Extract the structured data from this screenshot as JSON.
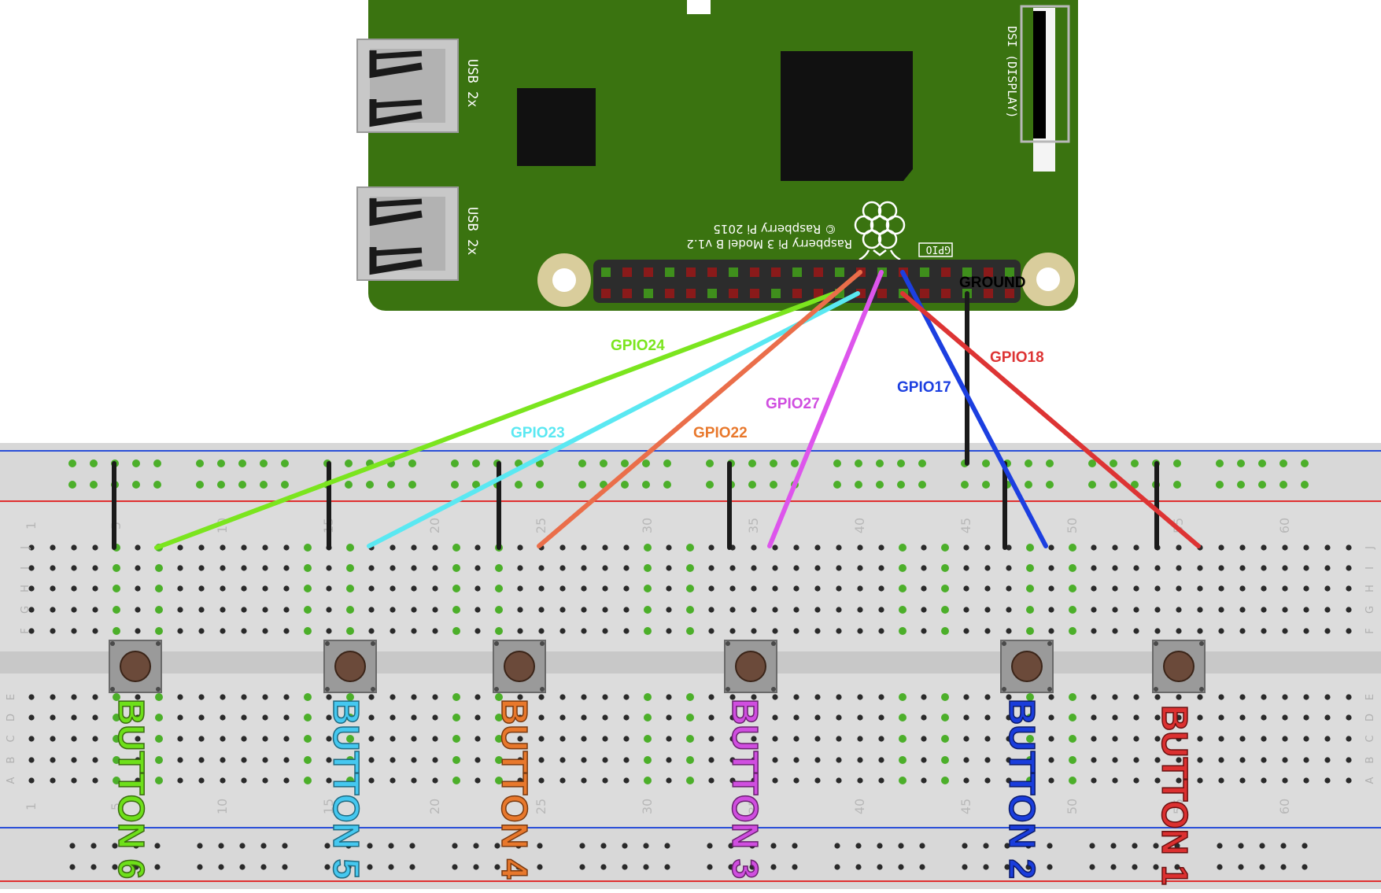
{
  "board": {
    "name": "Raspberry Pi 3 Model B v1.2",
    "copyright": "© Raspberry Pi 2015",
    "usb_label_1": "USB 2x",
    "usb_label_2": "USB 2x",
    "dsi_label": "DSI (DISPLAY)",
    "gpio_label": "GPIO",
    "ground_label": "GROUND"
  },
  "wires": [
    {
      "label": "GPIO24",
      "color": "#7be51e"
    },
    {
      "label": "GPIO23",
      "color": "#5ae8f2"
    },
    {
      "label": "GPIO22",
      "color": "#ea6e4a"
    },
    {
      "label": "GPIO27",
      "color": "#dd55ec"
    },
    {
      "label": "GPIO17",
      "color": "#1c3fe0"
    },
    {
      "label": "GPIO18",
      "color": "#dd3434"
    }
  ],
  "buttons": [
    {
      "label": "BUTTON 6",
      "color": "#6ee01a"
    },
    {
      "label": "BUTTON 5",
      "color": "#45c8f0"
    },
    {
      "label": "BUTTON 4",
      "color": "#e8782c"
    },
    {
      "label": "BUTTON 3",
      "color": "#d04ee0"
    },
    {
      "label": "BUTTON 2",
      "color": "#1a3ddc"
    },
    {
      "label": "BUTTON 1",
      "color": "#dc3030"
    }
  ],
  "breadboard": {
    "rows_top": [
      "J",
      "I",
      "H",
      "G",
      "F"
    ],
    "rows_bottom": [
      "E",
      "D",
      "C",
      "B",
      "A"
    ],
    "column_numbers_top": [
      "1",
      "5",
      "10",
      "15",
      "20",
      "25",
      "30",
      "35",
      "40",
      "45",
      "50",
      "55",
      "60"
    ],
    "column_numbers_bottom": [
      "1",
      "5",
      "10",
      "15",
      "20",
      "25",
      "30",
      "35",
      "40",
      "45",
      "50",
      "55",
      "60"
    ]
  },
  "colors": {
    "board_green": "#3a7310",
    "rail_red": "#e03030",
    "rail_blue": "#2b4fd8",
    "breadboard_bg": "#dcdcdc"
  }
}
